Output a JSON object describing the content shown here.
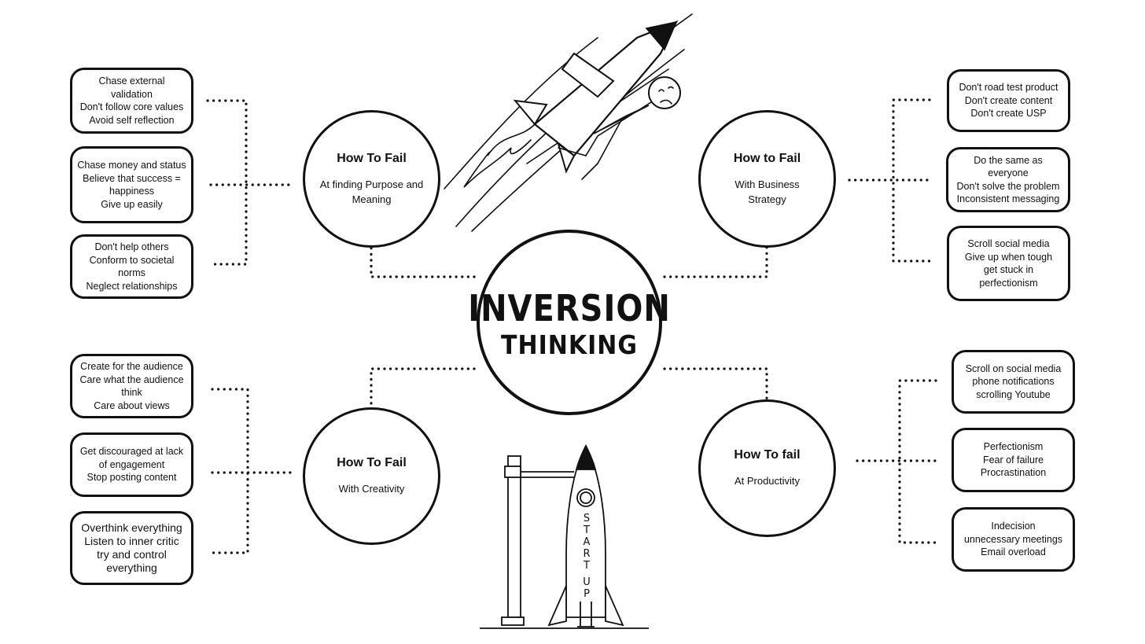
{
  "center": {
    "line1": "INVERSION",
    "line2": "THINKING"
  },
  "nodes": {
    "purpose": {
      "title": "How To Fail",
      "subtitle": "At finding Purpose and Meaning"
    },
    "business": {
      "title": "How to Fail",
      "subtitle": "With Business Strategy"
    },
    "creativity": {
      "title": "How To Fail",
      "subtitle": "With Creativity"
    },
    "productivity": {
      "title": "How To fail",
      "subtitle": "At Productivity"
    }
  },
  "purpose_items": [
    [
      "Chase external",
      "validation",
      "Don't follow core values",
      "Avoid self reflection"
    ],
    [
      "Chase money and status",
      "Believe that success =",
      "happiness",
      "Give up easily"
    ],
    [
      "Don't help others",
      "Conform to societal",
      "norms",
      "Neglect relationships"
    ]
  ],
  "business_items": [
    [
      "Don't road test product",
      "Don't create content",
      "Don't create USP"
    ],
    [
      "Do the same as everyone",
      "Don't solve the problem",
      "Inconsistent messaging"
    ],
    [
      "Scroll social media",
      "Give up when tough",
      "get stuck in",
      "perfectionism"
    ]
  ],
  "creativity_items": [
    [
      "Create for the audience",
      "Care what the audience",
      "think",
      "Care about views"
    ],
    [
      "Get discouraged at lack",
      "of engagement",
      "Stop posting content"
    ],
    [
      "Overthink everything",
      "Listen to inner critic",
      "try and control",
      "everything"
    ]
  ],
  "productivity_items": [
    [
      "Scroll on social media",
      "phone notifications",
      "scrolling Youtube"
    ],
    [
      "Perfectionism",
      "Fear of failure",
      "Procrastination"
    ],
    [
      "Indecision",
      "unnecessary meetings",
      "Email overload"
    ]
  ],
  "rocket_label": [
    "S",
    "T",
    "A",
    "R",
    "T",
    "U",
    "P"
  ]
}
